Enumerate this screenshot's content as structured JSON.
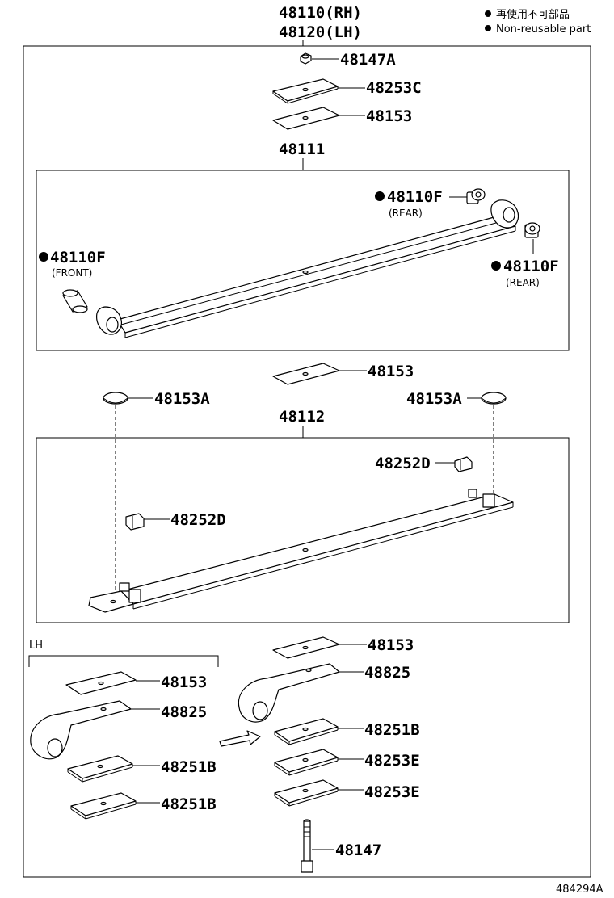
{
  "header": {
    "assembly_rh": "48110(RH)",
    "assembly_lh": "48120(LH)",
    "legend_jp": "再使用不可部品",
    "legend_en": "Non-reusable part"
  },
  "diagram_id": "484294A",
  "side_label": "LH",
  "parts": {
    "nut_top": "48147A",
    "plate_top": "48253C",
    "seat_top": "48153",
    "leaf_main": "48111",
    "bushing_rear_upper": "48110F",
    "bushing_rear_upper_note": "(REAR)",
    "bushing_rear_lower": "48110F",
    "bushing_rear_lower_note": "(REAR)",
    "bushing_front": "48110F",
    "bushing_front_note": "(FRONT)",
    "seat_mid": "48153",
    "insert_left": "48153A",
    "insert_right": "48153A",
    "leaf_second": "48112",
    "clip_right": "48252D",
    "clip_left": "48252D",
    "seat_right_stack": "48153",
    "bracket_right": "48825",
    "spacer_right": "48251B",
    "plate_right_1": "48253E",
    "plate_right_2": "48253E",
    "bolt_center": "48147",
    "seat_lh": "48153",
    "bracket_lh": "48825",
    "spacer_lh_1": "48251B",
    "spacer_lh_2": "48251B"
  }
}
